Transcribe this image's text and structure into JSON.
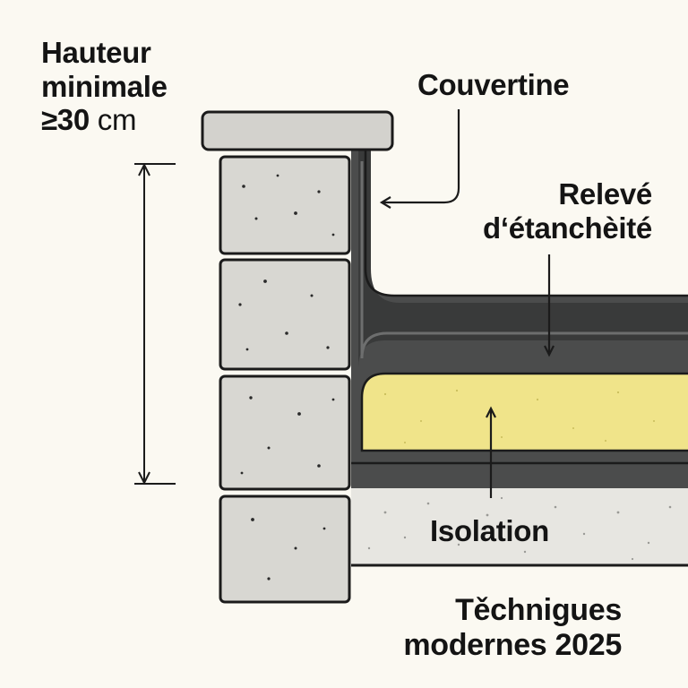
{
  "labels": {
    "height_line1": "Hauteur",
    "height_line2": "minimale",
    "height_value": "≥30",
    "height_unit": "cm",
    "coping": "Couvertine",
    "upstand_line1": "Relevé",
    "upstand_line2": "d‘étanchèité",
    "insulation": "Isolation",
    "footer_line1": "Těchnigues",
    "footer_line2": "modernes 2025"
  },
  "colors": {
    "background": "#fbf9f2",
    "block": "#d8d7d2",
    "coping": "#d3d2cd",
    "membrane": "#4b4c4c",
    "membrane_dark": "#393a3a",
    "membrane_light": "#6d6e6e",
    "insulation": "#f0e48a",
    "concrete": "#e7e6e1",
    "outline": "#1b1b1b"
  }
}
